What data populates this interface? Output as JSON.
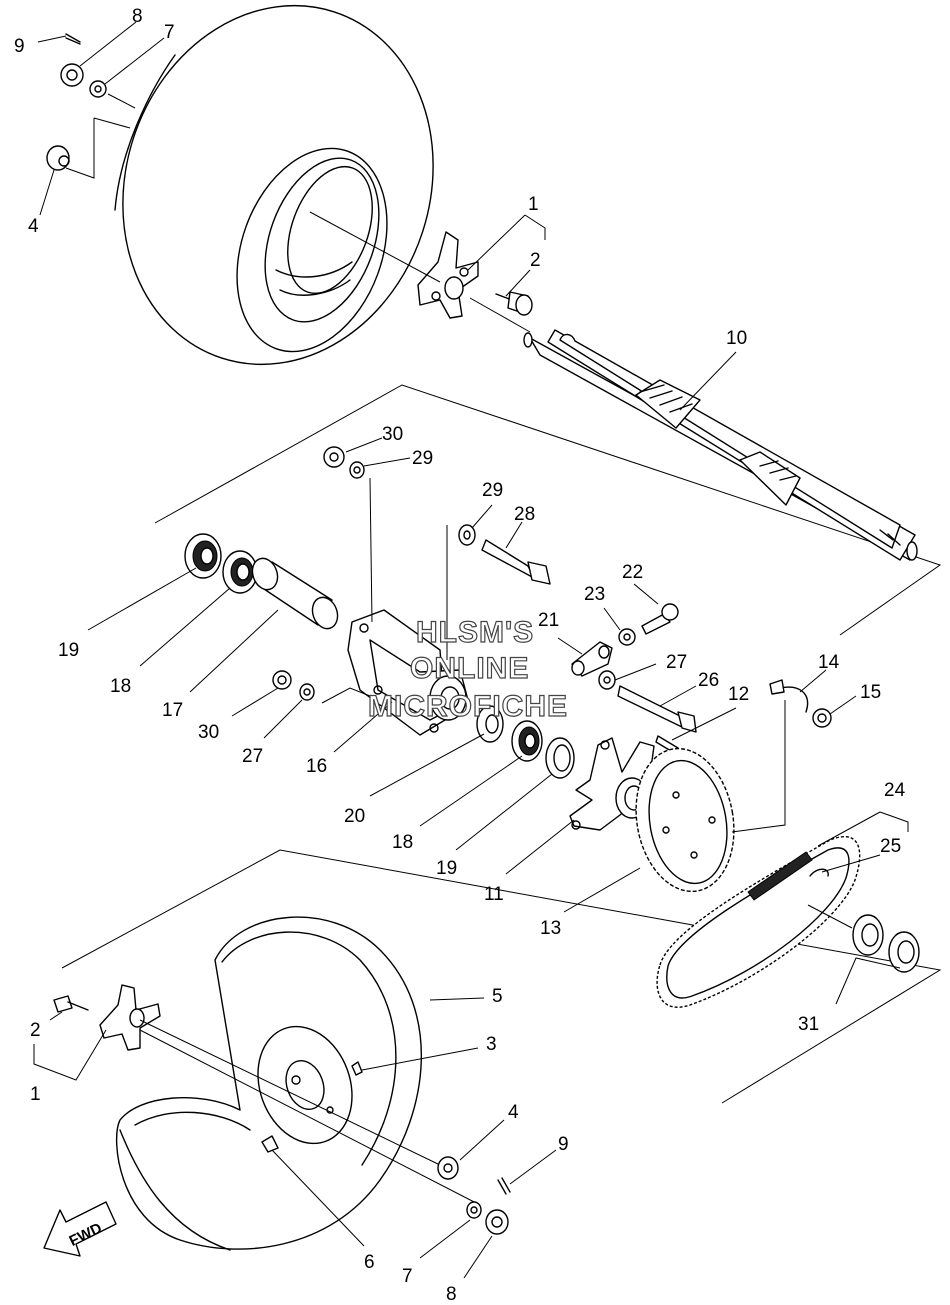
{
  "watermark": {
    "line1": "HLSM'S",
    "line2": "ONLINE",
    "line3": "MICROFICHE"
  },
  "fwd_label": "FWD",
  "callouts": [
    {
      "id": "c9a",
      "text": "9"
    },
    {
      "id": "c8a",
      "text": "8"
    },
    {
      "id": "c7a",
      "text": "7"
    },
    {
      "id": "c4a",
      "text": "4"
    },
    {
      "id": "c1a",
      "text": "1"
    },
    {
      "id": "c2a",
      "text": "2"
    },
    {
      "id": "c10",
      "text": "10"
    },
    {
      "id": "c30a",
      "text": "30"
    },
    {
      "id": "c29a",
      "text": "29"
    },
    {
      "id": "c29b",
      "text": "29"
    },
    {
      "id": "c28",
      "text": "28"
    },
    {
      "id": "c22",
      "text": "22"
    },
    {
      "id": "c23",
      "text": "23"
    },
    {
      "id": "c21",
      "text": "21"
    },
    {
      "id": "c27a",
      "text": "27"
    },
    {
      "id": "c26",
      "text": "26"
    },
    {
      "id": "c12",
      "text": "12"
    },
    {
      "id": "c14",
      "text": "14"
    },
    {
      "id": "c15",
      "text": "15"
    },
    {
      "id": "c19a",
      "text": "19"
    },
    {
      "id": "c18a",
      "text": "18"
    },
    {
      "id": "c17",
      "text": "17"
    },
    {
      "id": "c30b",
      "text": "30"
    },
    {
      "id": "c27b",
      "text": "27"
    },
    {
      "id": "c16",
      "text": "16"
    },
    {
      "id": "c20",
      "text": "20"
    },
    {
      "id": "c18b",
      "text": "18"
    },
    {
      "id": "c19b",
      "text": "19"
    },
    {
      "id": "c11",
      "text": "11"
    },
    {
      "id": "c13",
      "text": "13"
    },
    {
      "id": "c24",
      "text": "24"
    },
    {
      "id": "c25",
      "text": "25"
    },
    {
      "id": "c31",
      "text": "31"
    },
    {
      "id": "c5",
      "text": "5"
    },
    {
      "id": "c3",
      "text": "3"
    },
    {
      "id": "c2b",
      "text": "2"
    },
    {
      "id": "c1b",
      "text": "1"
    },
    {
      "id": "c4b",
      "text": "4"
    },
    {
      "id": "c9b",
      "text": "9"
    },
    {
      "id": "c6",
      "text": "6"
    },
    {
      "id": "c7b",
      "text": "7"
    },
    {
      "id": "c8b",
      "text": "8"
    }
  ]
}
